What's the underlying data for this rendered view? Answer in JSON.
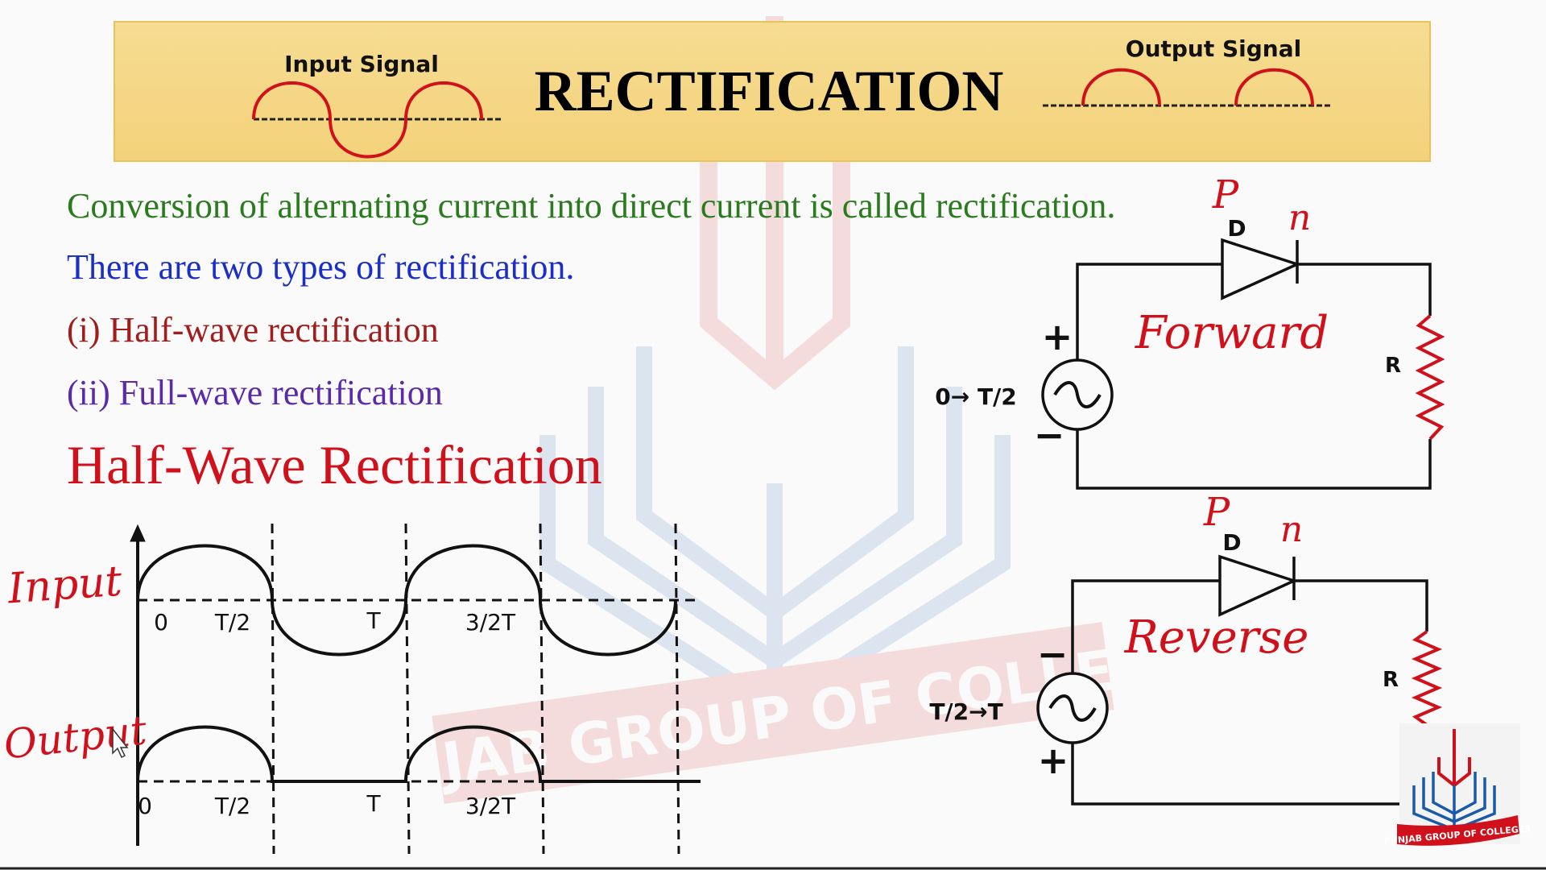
{
  "banner": {
    "title": "RECTIFICATION",
    "input_label": "Input Signal",
    "output_label": "Output Signal"
  },
  "text": {
    "definition": "Conversion of alternating current into direct current is called rectification.",
    "types_intro": "There are two types of rectification.",
    "type1": "(i) Half-wave rectification",
    "type2": "(ii) Full-wave rectification",
    "heading": "Half-Wave Rectification"
  },
  "graph": {
    "input_annotation": "Input",
    "output_annotation": "Output",
    "input_ticks": [
      "0",
      "T/2",
      "T",
      "3/2T"
    ],
    "output_ticks": [
      "0",
      "T/2",
      "T",
      "3/2T"
    ]
  },
  "circuit_forward": {
    "interval": "0→ T/2",
    "diode": "D",
    "resistor": "R",
    "plus": "+",
    "minus": "−",
    "p": "P",
    "n": "n",
    "annotation": "Forward"
  },
  "circuit_reverse": {
    "interval": "T/2→T",
    "diode": "D",
    "resistor": "R",
    "plus": "+",
    "minus": "−",
    "p": "P",
    "n": "n",
    "annotation": "Reverse"
  },
  "logo": {
    "text": "PUNJAB GROUP OF COLLEGES"
  },
  "watermark": {
    "text": "PUNJAB GROUP OF COLLEGES"
  },
  "colors": {
    "banner": "#f5d88a",
    "green": "#2a7a1e",
    "blue": "#1a2fc8",
    "darkred": "#a11d1d",
    "purple": "#5a2aa8",
    "red": "#d0101a"
  }
}
